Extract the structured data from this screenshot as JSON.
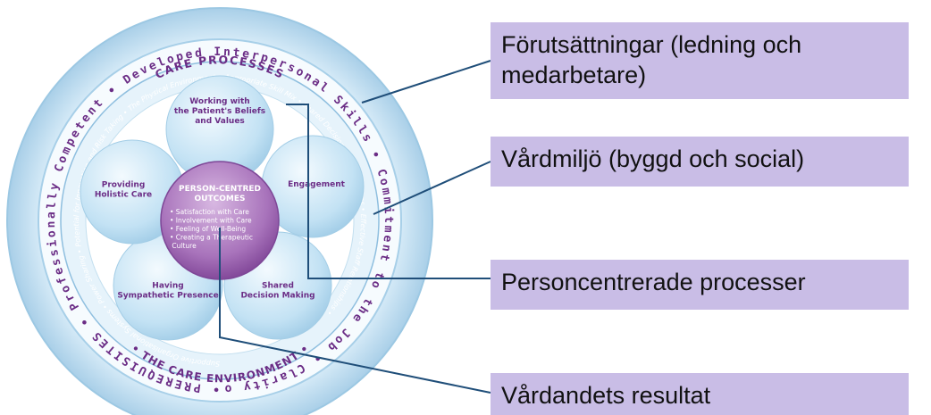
{
  "diagram": {
    "outer_ring_text": "• PREREQUISITES • Professionally Competent • Developed Interpersonal Skills • Commitment to the Job • Clarity of Beliefs and Values • Knowing 'Self'",
    "middle_ring_text": "Supportive Organisational Systems • Power Sharing • Potential for Innovation and Risk Taking • The Physical Environment • Appropriate Skill Mix • Shared Decision Making Systems • Effective Staff Relationships •",
    "care_processes_title": "CARE PROCESSES",
    "care_environment_title": "• THE CARE ENVIRONMENT •",
    "petals": [
      {
        "lines": [
          "Working with",
          "the Patient's Beliefs",
          "and Values"
        ]
      },
      {
        "lines": [
          "Engagement"
        ]
      },
      {
        "lines": [
          "Shared",
          "Decision Making"
        ]
      },
      {
        "lines": [
          "Having",
          "Sympathetic Presence"
        ]
      },
      {
        "lines": [
          "Providing",
          "Holistic Care"
        ]
      }
    ],
    "center": {
      "title_lines": [
        "PERSON-CENTRED",
        "OUTCOMES"
      ],
      "bullets": [
        "• Satisfaction with Care",
        "• Involvement with Care",
        "• Feeling of Well-Being",
        "• Creating a Therapeutic",
        "   Culture"
      ]
    }
  },
  "labels": {
    "box1_line1": "Förutsättningar (ledning och",
    "box1_line2": "medarbetare)",
    "box2": "Vårdmiljö (byggd och social)",
    "box3": "Personcentrerade processer",
    "box4": "Vårdandets resultat"
  },
  "colors": {
    "label_box": "#c9bde6",
    "ring_purple": "#6b2d86",
    "petal_blue": "#bfe0f3",
    "connector": "#1f4e79"
  }
}
